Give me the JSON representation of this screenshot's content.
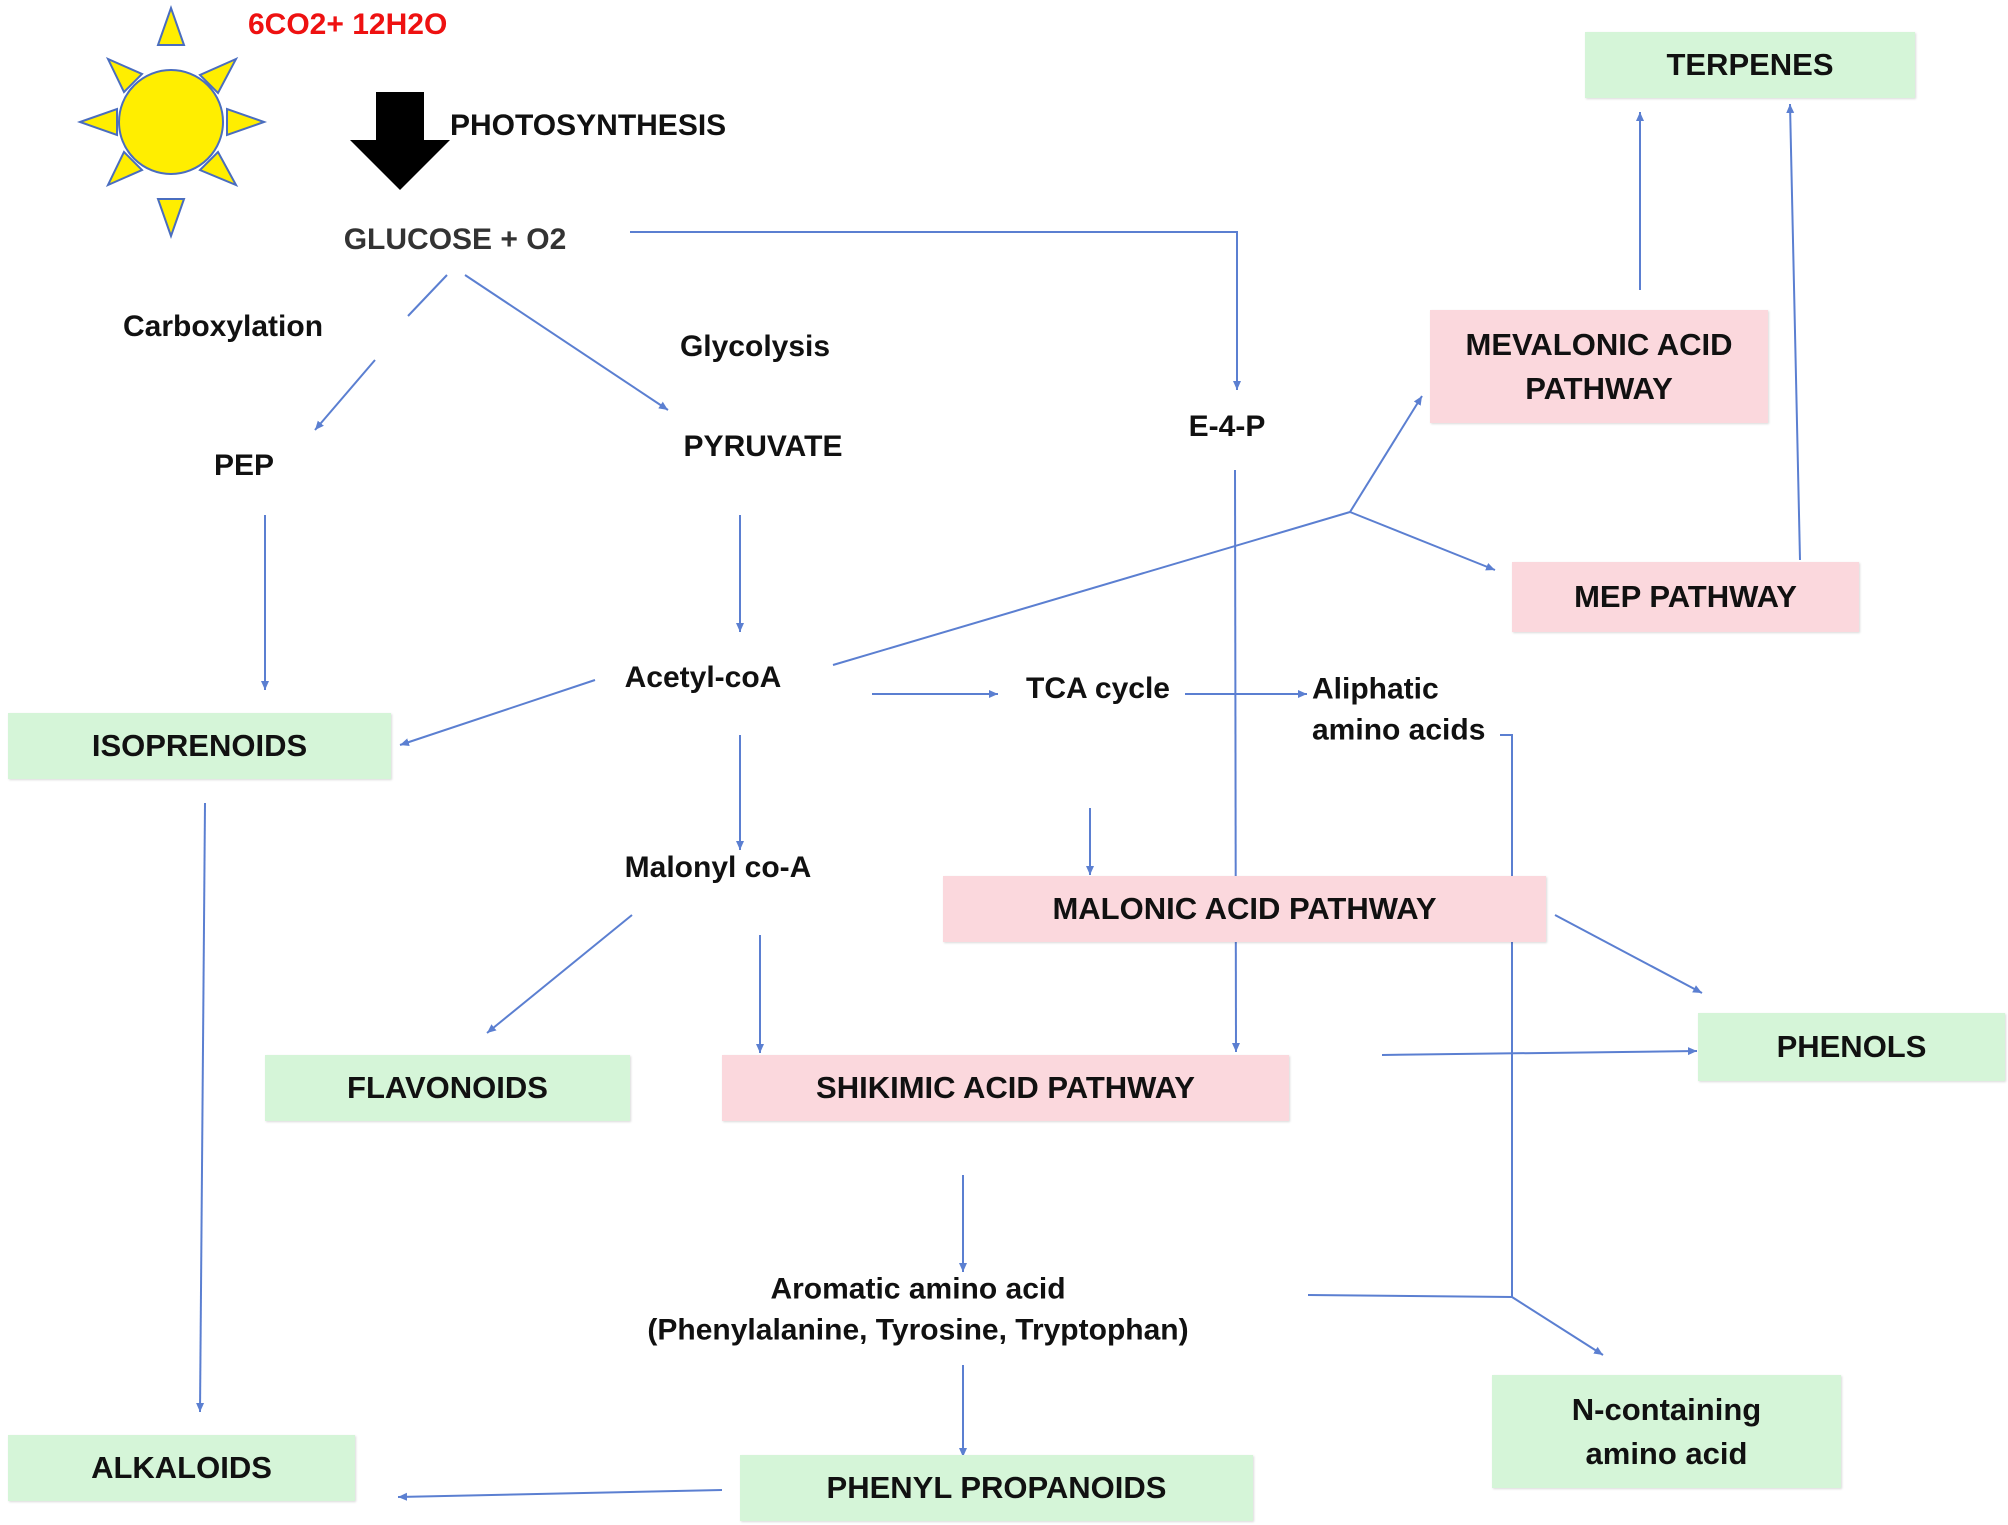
{
  "colors": {
    "arrow": "#5b7fd1",
    "sun_fill": "#ffee00",
    "sun_stroke": "#4a6dbf",
    "reactants_text": "#ee1111",
    "product_box": "#d5f5d8",
    "pathway_box": "#fbd8dd",
    "big_arrow": "#000000"
  },
  "icons": {
    "sun": "sun-icon",
    "photosynthesis_arrow": "down-arrow-icon"
  },
  "labels": {
    "reactants": "6CO2+ 12H2O",
    "photosynthesis": "PHOTOSYNTHESIS",
    "glucose": "GLUCOSE + O2",
    "carboxylation": "Carboxylation",
    "glycolysis": "Glycolysis",
    "pep": "PEP",
    "pyruvate": "PYRUVATE",
    "e4p": "E-4-P",
    "acetyl_coa": "Acetyl-coA",
    "tca": "TCA cycle",
    "aliphatic_line1": "Aliphatic",
    "aliphatic_line2": "amino acids",
    "malonyl": "Malonyl co-A",
    "aromatic_line1": "Aromatic amino acid",
    "aromatic_line2": "(Phenylalanine, Tyrosine, Tryptophan)"
  },
  "boxes": {
    "terpenes": "TERPENES",
    "mevalonic_line1": "MEVALONIC ACID",
    "mevalonic_line2": "PATHWAY",
    "mep": "MEP PATHWAY",
    "isoprenoids": "ISOPRENOIDS",
    "malonic": "MALONIC ACID PATHWAY",
    "phenols": "PHENOLS",
    "flavonoids": "FLAVONOIDS",
    "shikimic": "SHIKIMIC ACID PATHWAY",
    "alkaloids": "ALKALOIDS",
    "phenyl_propanoids": "PHENYL PROPANOIDS",
    "n_containing_line1": "N-containing",
    "n_containing_line2": "amino acid"
  }
}
